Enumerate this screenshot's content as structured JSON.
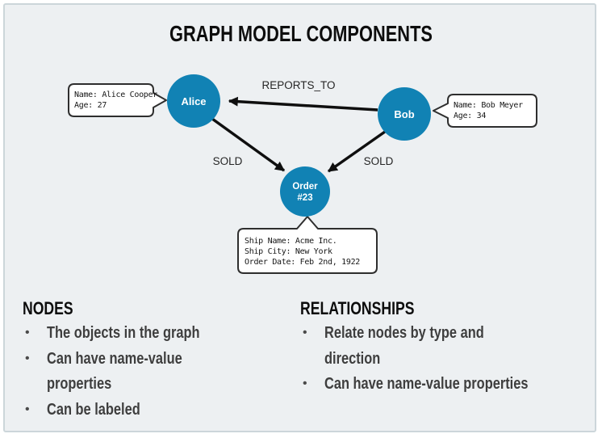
{
  "title": "GRAPH MODEL COMPONENTS",
  "ui": {
    "bullet_glyph": "•"
  },
  "colors": {
    "node_blue": "#1182b4",
    "panel_bg": "#edf0f2",
    "panel_border": "#ccd6da",
    "arrow_black": "#0f0f0f"
  },
  "diagram": {
    "nodes": [
      {
        "id": "alice",
        "label": "Alice"
      },
      {
        "id": "bob",
        "label": "Bob"
      },
      {
        "id": "order",
        "label": "Order",
        "label2": "#23"
      }
    ],
    "relationships": [
      {
        "from": "bob",
        "to": "alice",
        "label": "REPORTS_TO"
      },
      {
        "from": "alice",
        "to": "order",
        "label": "SOLD"
      },
      {
        "from": "bob",
        "to": "order",
        "label": "SOLD"
      }
    ],
    "callouts": [
      {
        "for": "alice",
        "lines": [
          "Name: Alice Cooper",
          "Age: 27"
        ]
      },
      {
        "for": "bob",
        "lines": [
          "Name: Bob Meyer",
          "Age: 34"
        ]
      },
      {
        "for": "order",
        "lines": [
          "Ship Name: Acme Inc.",
          "Ship City: New York",
          "Order Date: Feb 2nd, 1922"
        ]
      }
    ]
  },
  "sections": {
    "nodes": {
      "heading": "NODES",
      "lines": [
        {
          "bullet": true,
          "text": "The objects in the graph"
        },
        {
          "bullet": true,
          "text": "Can have name-value"
        },
        {
          "bullet": false,
          "text": "properties"
        },
        {
          "bullet": true,
          "text": "Can be labeled"
        }
      ]
    },
    "relationships": {
      "heading": "RELATIONSHIPS",
      "lines": [
        {
          "bullet": true,
          "text": "Relate nodes by type and"
        },
        {
          "bullet": false,
          "text": "direction"
        },
        {
          "bullet": true,
          "text": "Can have name-value properties"
        }
      ]
    }
  }
}
